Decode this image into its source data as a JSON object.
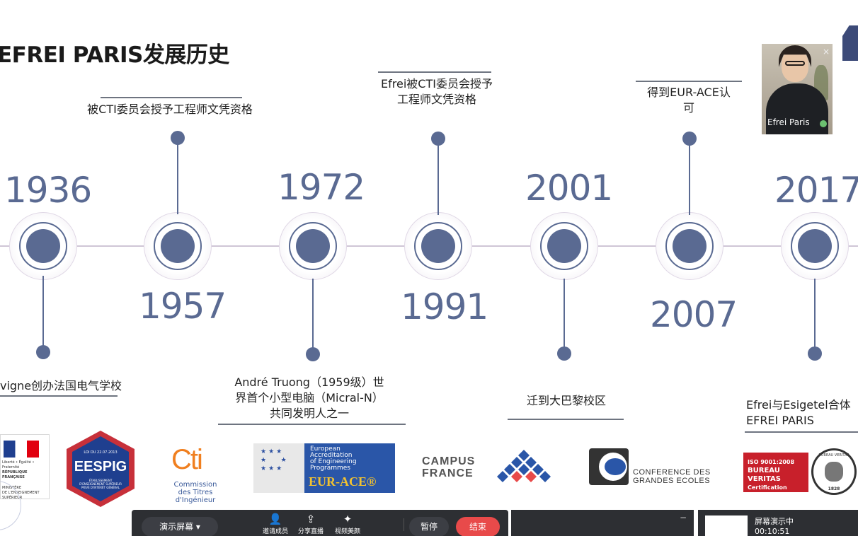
{
  "slide": {
    "title": "EFREI PARIS发展历史"
  },
  "timeline": {
    "years": [
      "1936",
      "1957",
      "1972",
      "1991",
      "2001",
      "2007",
      "2017"
    ],
    "captions": {
      "c1936": "vigne创办法国电气学校",
      "c1957": "被CTI委员会授予工程师文凭资格",
      "c1972_line1": "André Truong（1959级）世",
      "c1972_line2": "界首个小型电脑（Micral-N）",
      "c1972_line3": "共同发明人之一",
      "c1991_line1": "Efrei被CTI委员会授予",
      "c1991_line2": "工程师文凭资格",
      "c2001": "迁到大巴黎校区",
      "c2007_line1": "得到EUR-ACE认",
      "c2007_line2": "可",
      "c2017_line1": "Efrei与Esigetel合体",
      "c2017_line2": "EFREI PARIS"
    }
  },
  "logos": {
    "rf": {
      "line1": "Liberté • Égalité • Fraternité",
      "line2": "RÉPUBLIQUE FRANÇAISE",
      "line3": "MINISTÈRE",
      "line4": "DE L'ENSEIGNEMENT SUPÉRIEUR"
    },
    "eespig": {
      "top": "LOI DU 22.07.2013",
      "name": "EESPIG",
      "bottom": "ÉTABLISSEMENT D'ENSEIGNEMENT SUPÉRIEUR PRIVÉ D'INTÉRÊT GÉNÉRAL"
    },
    "cti": {
      "name": "Cti",
      "line1": "Commission",
      "line2": "des Titres d'Ingénieur"
    },
    "eurace": {
      "l1": "European",
      "l2": "Accreditation",
      "l3": "of Engineering",
      "l4": "Programmes",
      "name": "EUR-ACE®"
    },
    "campus": {
      "l1": "CAMPUS",
      "l2": "FRANCE"
    },
    "cge": {
      "l1": "CONFERENCE DES",
      "l2": "GRANDES ECOLES"
    },
    "bv": {
      "l1": "ISO 9001:2008",
      "l2": "BUREAU VERITAS",
      "l3": "Certification",
      "seal": "BUREAU VERITAS",
      "year": "1828"
    }
  },
  "video": {
    "participant_name": "Efrei Paris",
    "close_glyph": "×"
  },
  "toolbar": {
    "present_label": "演示屏幕 ▾",
    "invite_label": "邀请成员",
    "share_label": "分享直播",
    "beauty_label": "视频美颜",
    "pause_label": "暂停",
    "end_label": "结束"
  },
  "status_panel": {
    "minimize_glyph": "−",
    "sharing_text": "屏幕演示中",
    "elapsed": "00:10:51"
  },
  "colors": {
    "accent": "#5a6a92",
    "end_button": "#e84a4a",
    "toolbar_bg": "#2d2f33"
  }
}
